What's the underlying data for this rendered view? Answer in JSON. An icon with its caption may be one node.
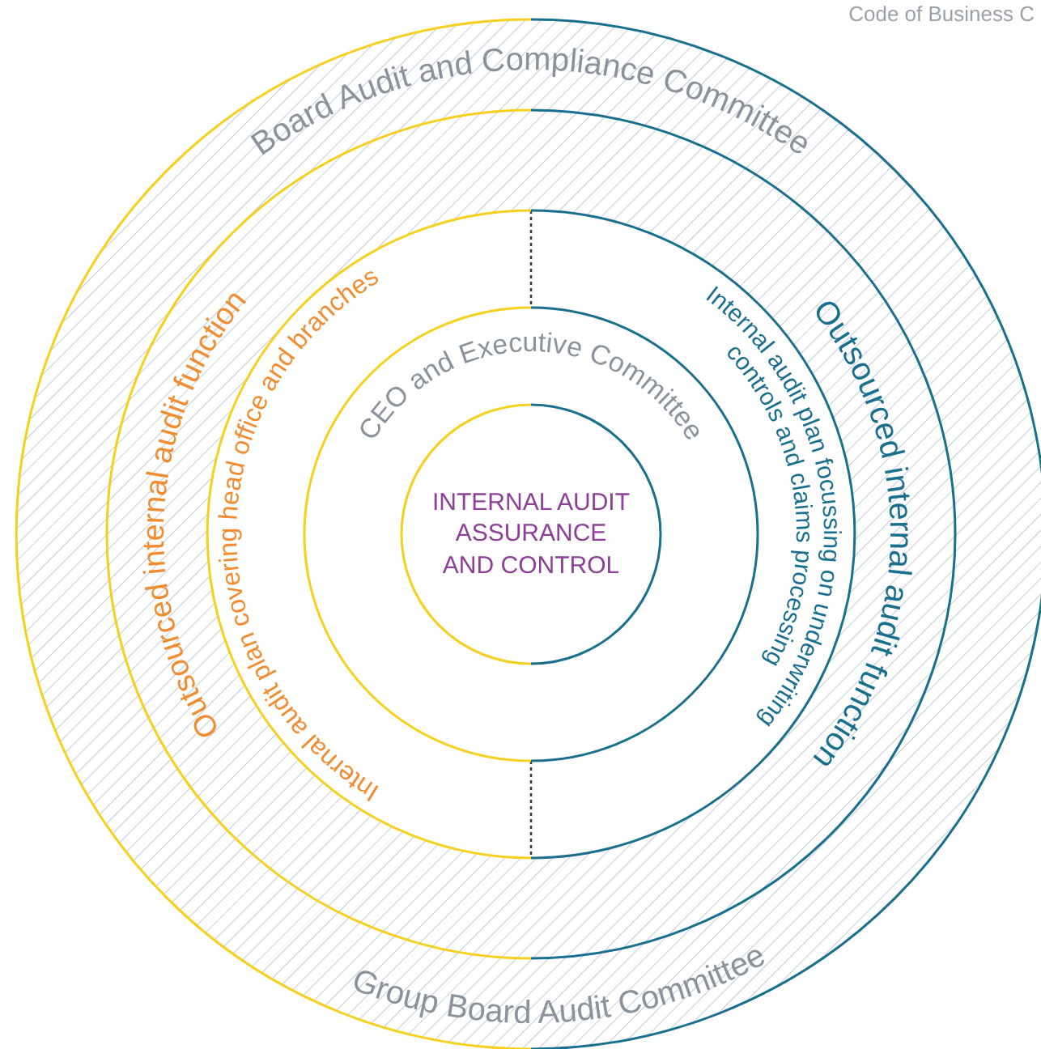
{
  "diagram": {
    "nodes": [
      {
        "text": [
          "Board Audit and Compliance Committee",
          "Group Board Audit Committee"
        ]
      },
      {
        "text": [
          "Outsourced internal audit function"
        ],
        "in": 0
      },
      {
        "text": [
          "Outsourced internal audit function"
        ],
        "in": 0
      },
      {
        "text": [
          "Internal audit plan covering head office and branches"
        ],
        "in": 1
      },
      {
        "text": [
          "Internal audit plan focussing on underwriting controls and claims processing"
        ],
        "in": 2
      },
      {
        "text": [
          "CEO and Executive Committee"
        ],
        "in": 0
      },
      {
        "text": [
          "INTERNAL AUDIT ASSURANCE AND CONTROL"
        ],
        "in": 5
      }
    ],
    "edges": [],
    "labels": [
      "Code of Business C"
    ]
  }
}
